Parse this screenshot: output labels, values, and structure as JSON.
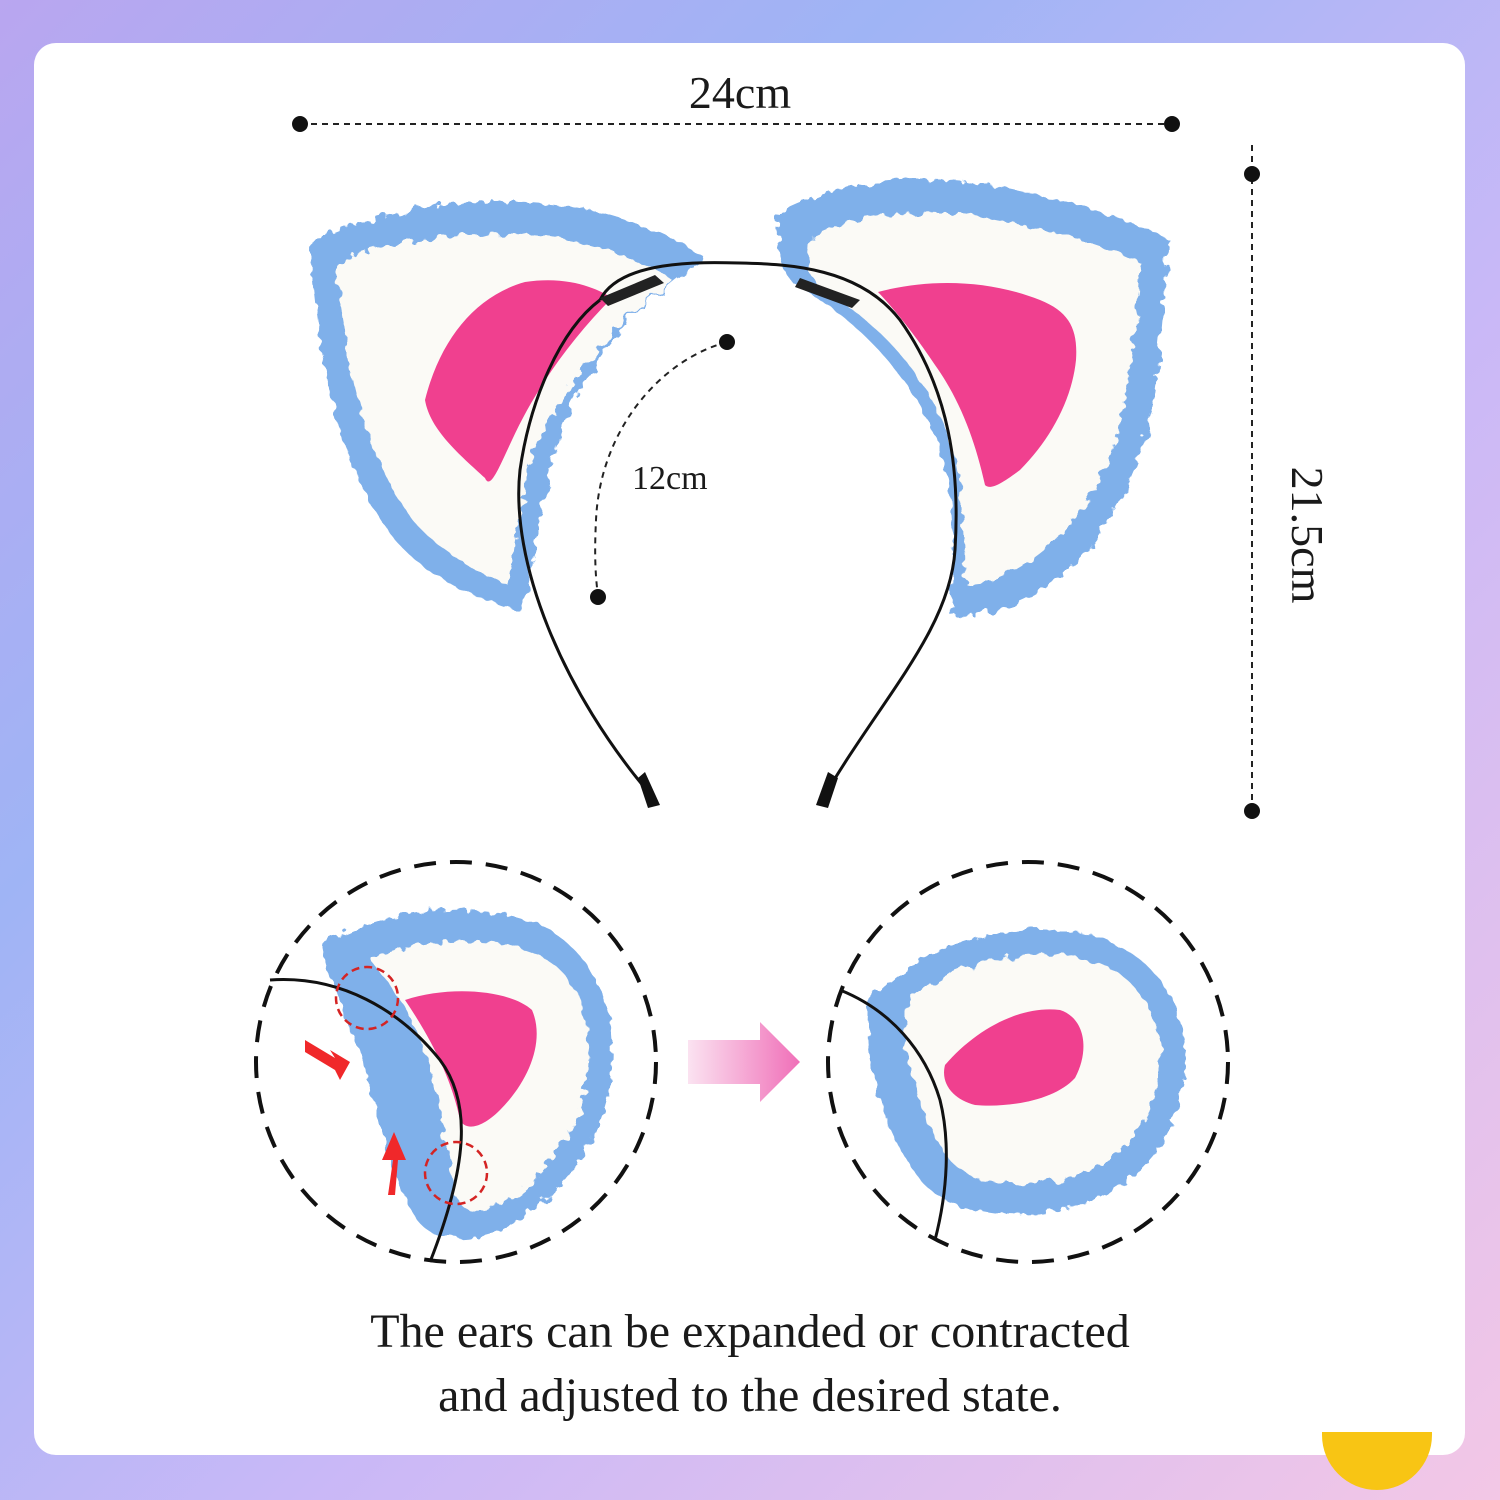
{
  "dimensions": {
    "width_label": "24cm",
    "height_label": "21.5cm",
    "arc_label": "12cm"
  },
  "caption": {
    "line1": "The ears can be expanded or contracted",
    "line2": "and adjusted to the desired state."
  },
  "colors": {
    "fur_blue": "#7fb0ea",
    "fur_white": "#fbfaf6",
    "inner_pink": "#f0408f",
    "arrow_red": "#f0282a",
    "arrow_pink": "#f06fb8",
    "moon": "#f8c514"
  }
}
